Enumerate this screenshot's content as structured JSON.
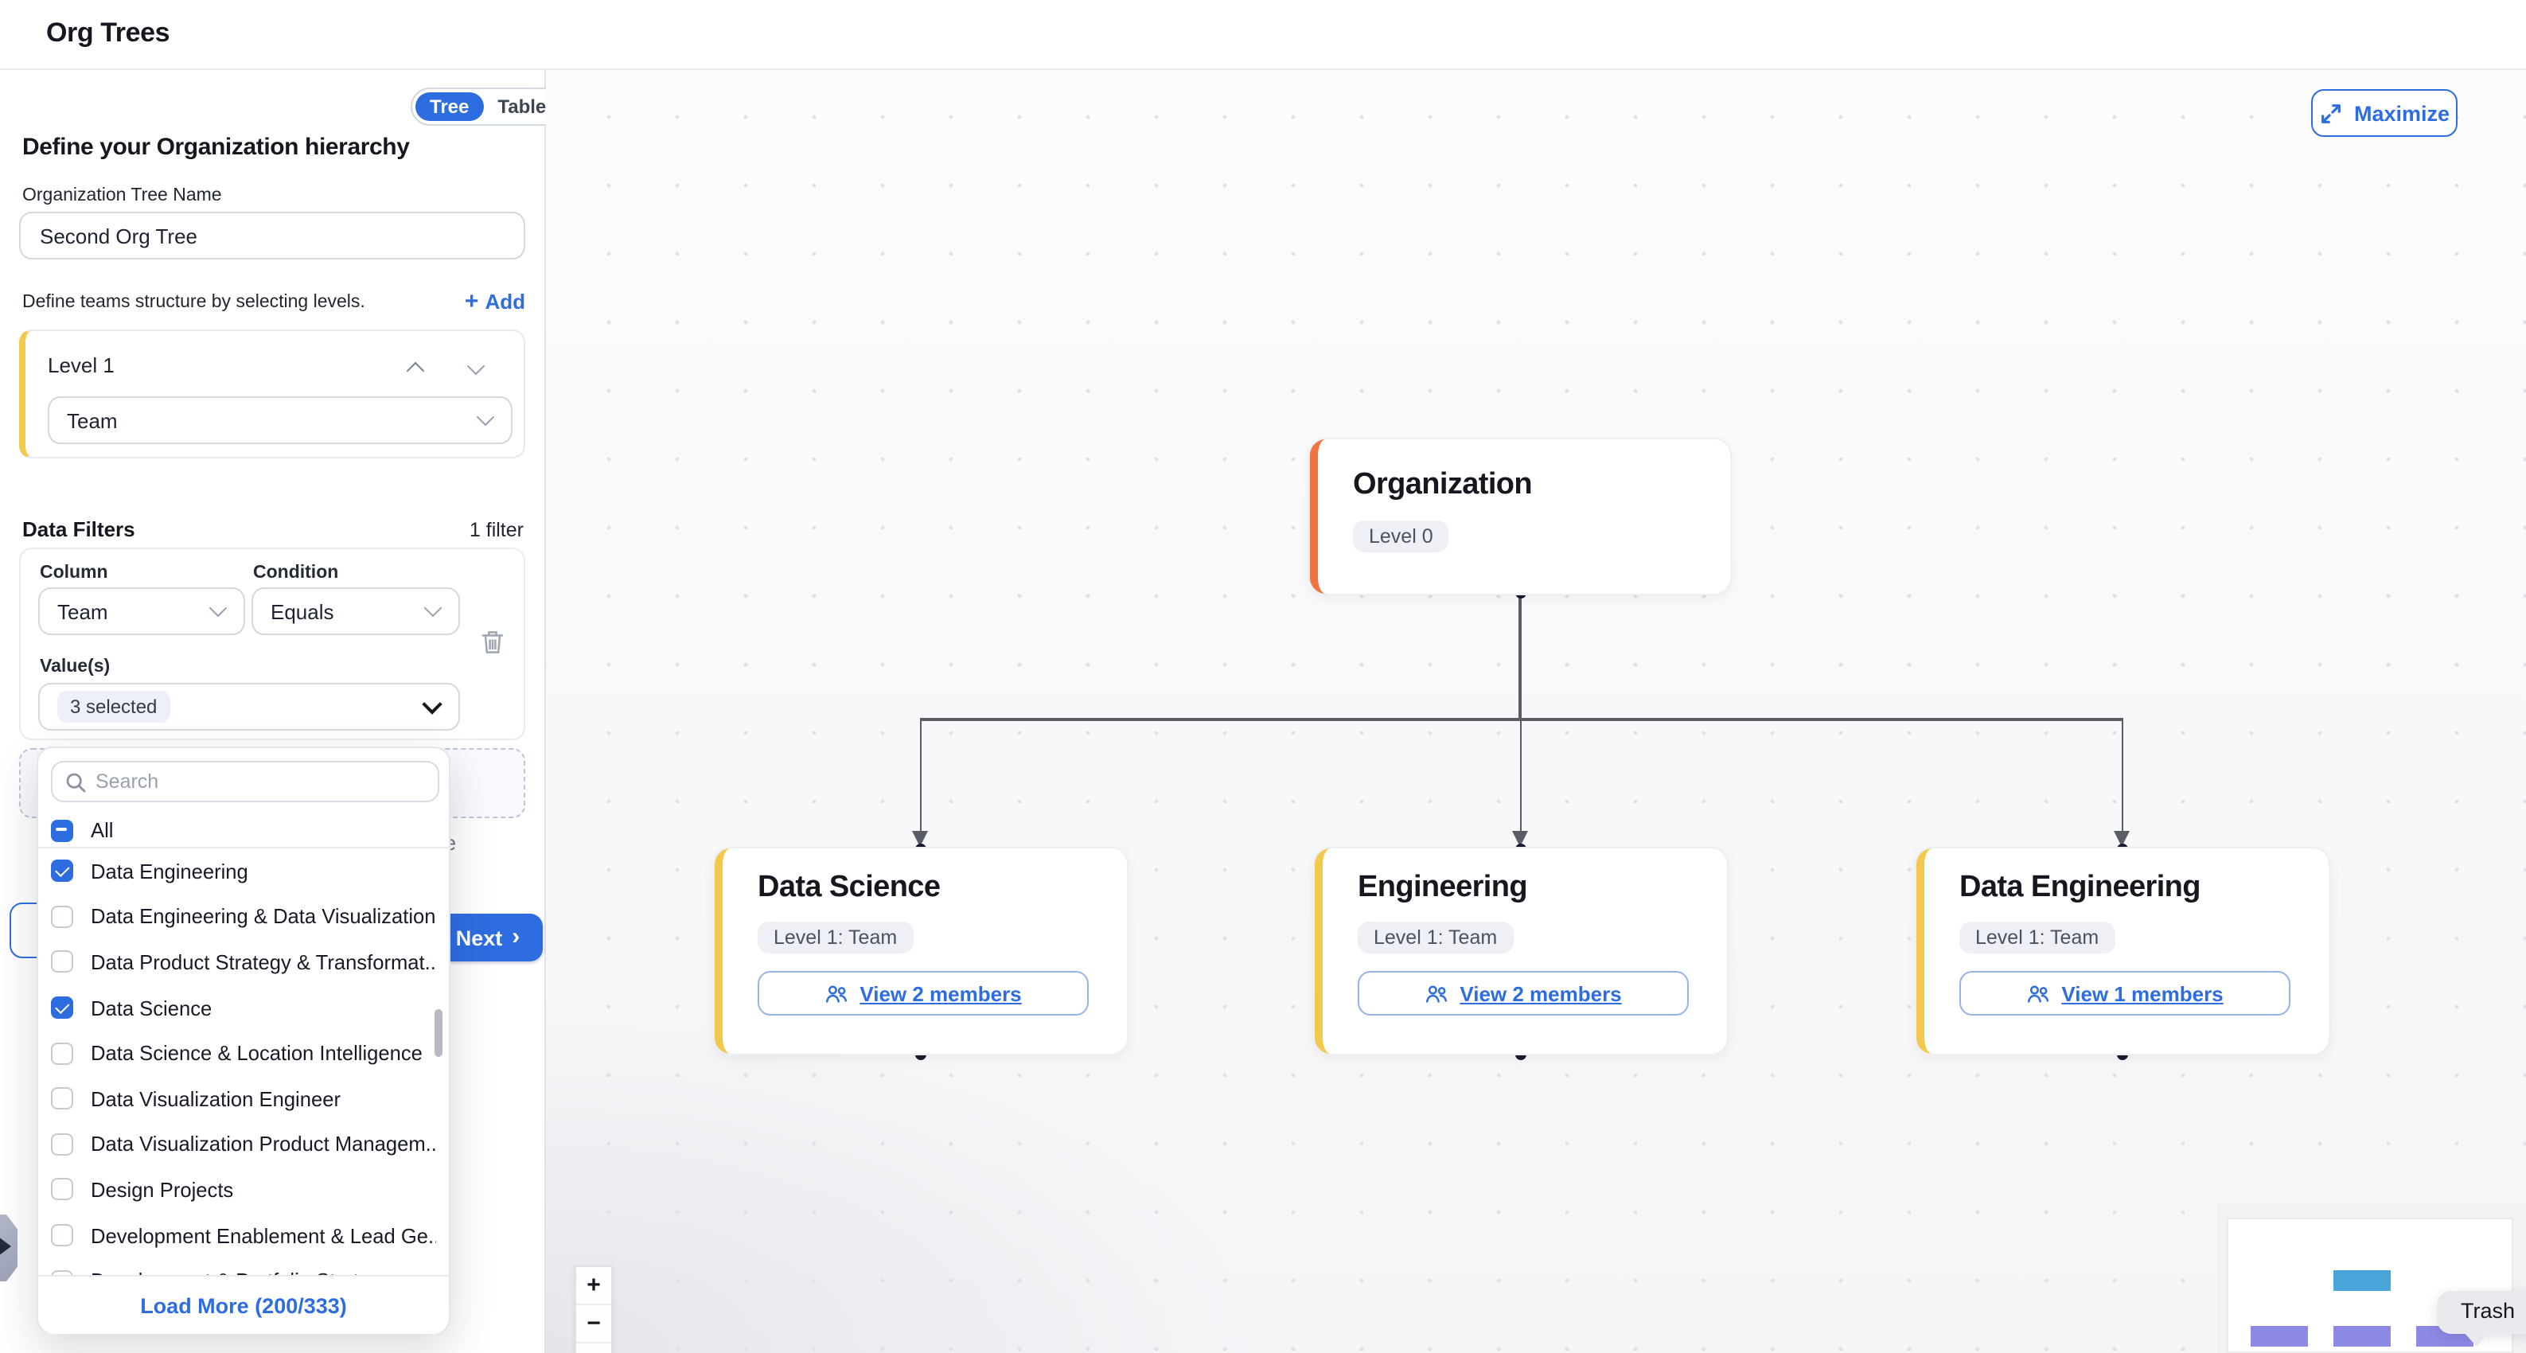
{
  "colors": {
    "blue": "#2e6de0",
    "yellow": "#f2c94c",
    "orange": "#ef7440",
    "edge": "#595e66",
    "dot": "#161b2e",
    "mmblue": "#49a5d9",
    "mmpurple": "#8d89e5",
    "badgebg": "#eef0f6",
    "tipbg": "#e9e9ee"
  },
  "header": {
    "title": "Org Trees"
  },
  "panel": {
    "view_toggle": {
      "tree": "Tree",
      "table": "Table",
      "active": "Tree"
    },
    "heading": "Define your Organization hierarchy",
    "tree_name": {
      "label": "Organization Tree Name",
      "value": "Second Org Tree"
    },
    "levels": {
      "hint": "Define teams structure by selecting levels.",
      "add_label": "Add",
      "items": [
        {
          "title": "Level 1",
          "selected": "Team"
        }
      ]
    },
    "filters": {
      "title": "Data Filters",
      "count_label": "1 filter",
      "rows": [
        {
          "column_label": "Column",
          "column_value": "Team",
          "condition_label": "Condition",
          "condition_value": "Equals",
          "values_label": "Value(s)",
          "values_value": "3 selected"
        }
      ]
    },
    "helper_fragment": "re",
    "next_label": "Next",
    "next_arrow": "›"
  },
  "dropdown": {
    "search_placeholder": "Search",
    "select_all": {
      "label": "All",
      "state": "indeterminate"
    },
    "items": [
      {
        "label": "Data Engineering",
        "state": "checked"
      },
      {
        "label": "Data Engineering & Data Visualization",
        "state": "unchecked"
      },
      {
        "label": "Data Product Strategy & Transformat...",
        "state": "unchecked"
      },
      {
        "label": "Data Science",
        "state": "checked"
      },
      {
        "label": "Data Science & Location Intelligence",
        "state": "unchecked"
      },
      {
        "label": "Data Visualization Engineer",
        "state": "unchecked"
      },
      {
        "label": "Data Visualization Product Managem...",
        "state": "unchecked"
      },
      {
        "label": "Design Projects",
        "state": "unchecked"
      },
      {
        "label": "Development Enablement & Lead Ge...",
        "state": "unchecked"
      },
      {
        "label": "Development & Portfolio Strat...",
        "state": "unchecked"
      }
    ],
    "load_more": "Load More (200/333)"
  },
  "canvas": {
    "maximize_label": "Maximize",
    "zoom_in": "+",
    "zoom_out": "−",
    "tooltip": "Trash",
    "nodes": {
      "root": {
        "title": "Organization",
        "badge": "Level 0"
      },
      "children": [
        {
          "title": "Data Science",
          "badge": "Level 1: Team",
          "members_label": "View 2 members"
        },
        {
          "title": "Engineering",
          "badge": "Level 1: Team",
          "members_label": "View 2 members"
        },
        {
          "title": "Data Engineering",
          "badge": "Level 1: Team",
          "members_label": "View 1 members"
        }
      ]
    }
  }
}
